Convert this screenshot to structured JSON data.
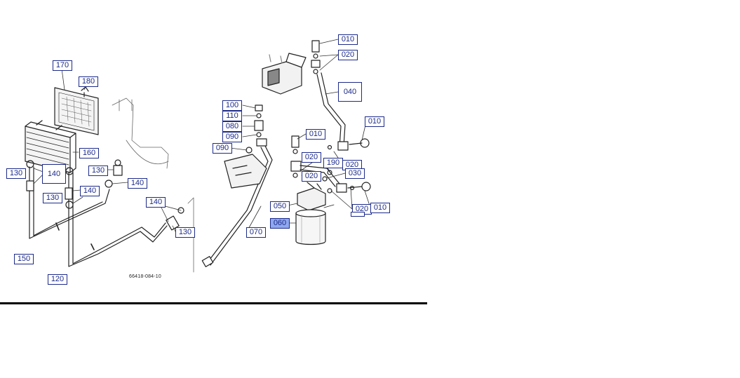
{
  "drawing_code": "66418-084-10",
  "callouts": [
    {
      "id": "c170",
      "label": "170",
      "selected": false
    },
    {
      "id": "c180",
      "label": "180",
      "selected": false
    },
    {
      "id": "c160",
      "label": "160",
      "selected": false
    },
    {
      "id": "c130a",
      "label": "130",
      "selected": false
    },
    {
      "id": "c140a",
      "label": "140",
      "selected": false
    },
    {
      "id": "c130b",
      "label": "130",
      "selected": false
    },
    {
      "id": "c140b",
      "label": "140",
      "selected": false
    },
    {
      "id": "c130c",
      "label": "130",
      "selected": false
    },
    {
      "id": "c140c",
      "label": "140",
      "selected": false
    },
    {
      "id": "c140d",
      "label": "140",
      "selected": false
    },
    {
      "id": "c130d",
      "label": "130",
      "selected": false
    },
    {
      "id": "c150",
      "label": "150",
      "selected": false
    },
    {
      "id": "c120",
      "label": "120",
      "selected": false
    },
    {
      "id": "c100",
      "label": "100",
      "selected": false
    },
    {
      "id": "c110",
      "label": "110",
      "selected": false
    },
    {
      "id": "c080",
      "label": "080",
      "selected": false
    },
    {
      "id": "c090a",
      "label": "090",
      "selected": false
    },
    {
      "id": "c090b",
      "label": "090",
      "selected": false
    },
    {
      "id": "c070",
      "label": "070",
      "selected": false
    },
    {
      "id": "c010a",
      "label": "010",
      "selected": false
    },
    {
      "id": "c020a",
      "label": "020",
      "selected": false
    },
    {
      "id": "c040",
      "label": "040",
      "selected": false
    },
    {
      "id": "c010b",
      "label": "010",
      "selected": false
    },
    {
      "id": "c010c",
      "label": "010",
      "selected": false
    },
    {
      "id": "c020b",
      "label": "020",
      "selected": false
    },
    {
      "id": "c190",
      "label": "190",
      "selected": false
    },
    {
      "id": "c020c",
      "label": "020",
      "selected": false
    },
    {
      "id": "c030",
      "label": "030",
      "selected": false
    },
    {
      "id": "c020d",
      "label": "020",
      "selected": false
    },
    {
      "id": "c050",
      "label": "050",
      "selected": false
    },
    {
      "id": "c060",
      "label": "060",
      "selected": true
    },
    {
      "id": "c020e",
      "label": "020",
      "selected": false
    },
    {
      "id": "c010d",
      "label": "010",
      "selected": false
    },
    {
      "id": "cblank",
      "label": "",
      "selected": false
    }
  ]
}
